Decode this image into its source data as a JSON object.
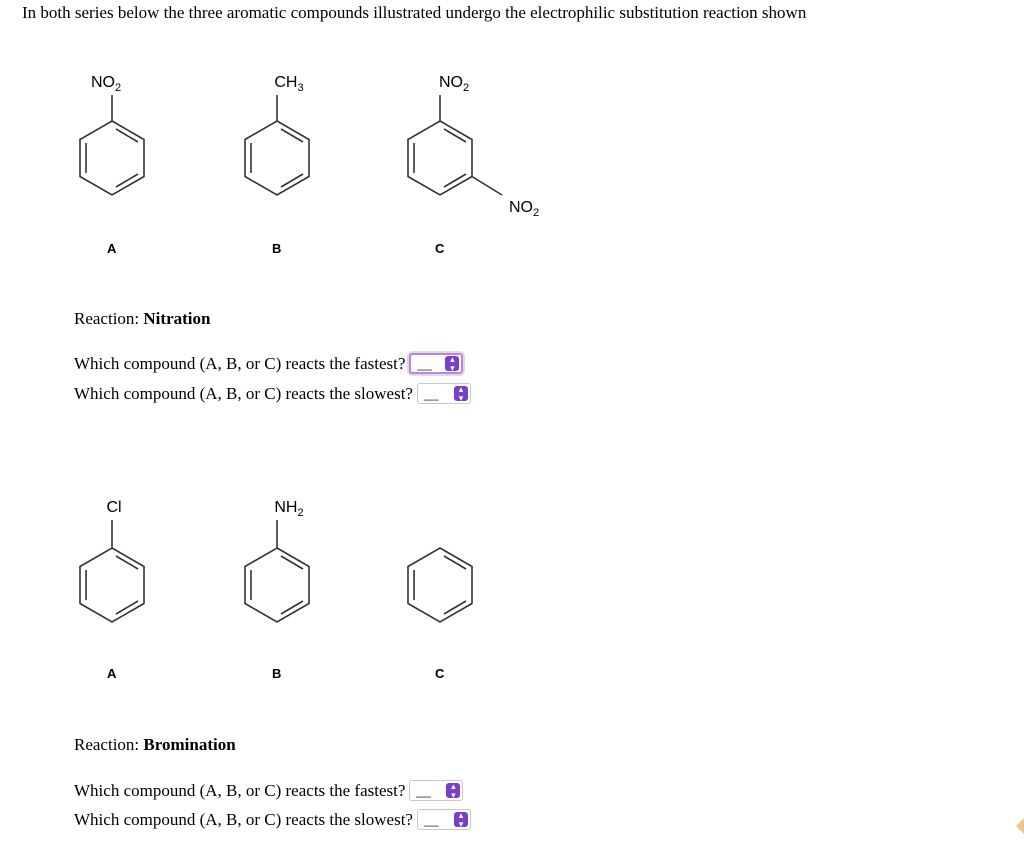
{
  "intro": "In both series below the three aromatic compounds illustrated undergo the electrophilic substitution reaction shown",
  "series1": {
    "substituents": {
      "a": "NO2",
      "b": "CH3",
      "c_top": "NO2",
      "c_meta": "NO2"
    },
    "labels": [
      "A",
      "B",
      "C"
    ],
    "reaction_prefix": "Reaction: ",
    "reaction_name": "Nitration",
    "q_fastest": "Which compound (A, B, or C) reacts the fastest?",
    "q_slowest": "Which compound (A, B, or C) reacts the slowest?",
    "fastest_value": "__",
    "slowest_value": "__"
  },
  "series2": {
    "substituents": {
      "a": "Cl",
      "b": "NH2"
    },
    "labels": [
      "A",
      "B",
      "C"
    ],
    "reaction_prefix": "Reaction: ",
    "reaction_name": "Bromination",
    "q_fastest": "Which compound (A, B, or C) reacts the fastest?",
    "q_slowest": "Which compound (A, B, or C) reacts the slowest?",
    "fastest_value": "__",
    "slowest_value": "__"
  },
  "colors": {
    "accent": "#7a3fc9",
    "focus_ring": "#b48ad8"
  },
  "icons": {
    "select_arrows": "up-down-chevron-icon"
  }
}
